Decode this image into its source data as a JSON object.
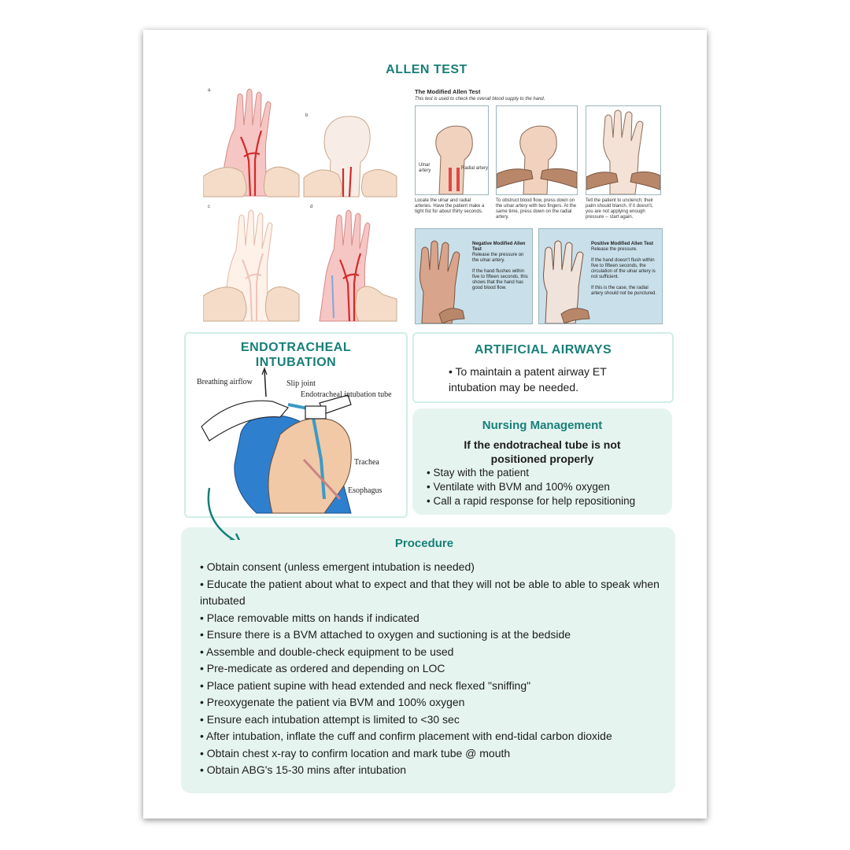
{
  "allen": {
    "title": "ALLEN TEST",
    "panel_letters": [
      "a",
      "b",
      "c",
      "d"
    ],
    "modified": {
      "title": "The Modified Allen Test",
      "subtitle": "This test is used to check the overall blood supply to the hand.",
      "labels": {
        "ulnar": "Ulnar artery",
        "radial": "Radial artery"
      },
      "steps": [
        "Locate the ulnar and radial arteries. Have the patient make a tight fist for about thirty seconds.",
        "To obstruct blood flow, press down on the ulnar artery with two fingers. At the same time, press down on the radial artery.",
        "Tell the patient to unclench; their palm should blanch. If it doesn't, you are not applying enough pressure -- start again."
      ],
      "negative": {
        "title": "Negative Modified Allen Test",
        "line1": "Release the pressure on the ulnar artery.",
        "line2": "If the hand flushes within five to fifteen seconds, this shows that the hand has good blood flow."
      },
      "positive": {
        "title": "Positive Modified Allen Test",
        "line1": "Release the pressure.",
        "line2": "If the hand doesn't flush within five to fifteen seconds, the circulation of the ulnar artery is not sufficient.",
        "line3": "If this is the case, the radial artery should not be punctured."
      }
    }
  },
  "ett": {
    "title": "ENDOTRACHEAL INTUBATION",
    "labels": {
      "airflow": "Breathing airflow",
      "slip": "Slip joint",
      "tube": "Endotracheal intubation tube",
      "trachea": "Trachea",
      "esophagus": "Esophagus"
    }
  },
  "airways": {
    "title": "ARTIFICIAL AIRWAYS",
    "text": "To  maintain a patent airway ET intubation may be needed."
  },
  "nursing": {
    "title": "Nursing Management",
    "subtitle": "If the endotracheal tube is not positioned properly",
    "items": [
      "Stay with the patient",
      "Ventilate with BVM and 100% oxygen",
      "Call a rapid response for help repositioning"
    ]
  },
  "procedure": {
    "title": "Procedure",
    "items": [
      "Obtain consent (unless emergent intubation is needed)",
      "Educate the patient about what to expect and that they will not be able to able to speak when intubated",
      "Place removable mitts on hands if indicated",
      "Ensure there is a BVM attached to oxygen and suctioning is at the bedside",
      "Assemble and double-check equipment to be used",
      "Pre-medicate as ordered and depending on LOC",
      "Place patient supine with head extended and neck flexed \"sniffing\"",
      "Preoxygenate the patient via BVM and 100% oxygen",
      "Ensure each intubation attempt is limited to <30 sec",
      "After intubation, inflate the cuff and confirm placement with end-tidal carbon dioxide",
      "Obtain chest x-ray to confirm location and mark tube @ mouth",
      "Obtain ABG's 15-30 mins after intubation"
    ]
  },
  "colors": {
    "accent": "#177f78",
    "mint": "#e6f4ef",
    "border": "#cfeee8"
  }
}
